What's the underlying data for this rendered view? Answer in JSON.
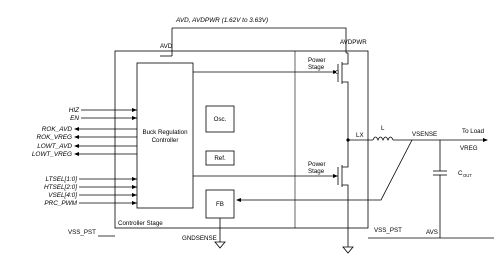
{
  "labels": {
    "supply": "AVD, AVDPWR (1.62V to 3.63V)",
    "avd": "AVD",
    "avdpwr": "AVDPWR",
    "power_stage_top": "Power Stage",
    "power_stage_bottom": "Power Stage",
    "controller_line1": "Buck Regulation",
    "controller_line2": "Controller",
    "osc": "Osc.",
    "ref": "Ref.",
    "fb": "FB",
    "controller_stage": "Controller Stage",
    "lx": "LX",
    "inductor": "L",
    "vsense": "VSENSE",
    "to_load": "To Load",
    "vreg": "VREG",
    "cout": "C",
    "cout_sub": "OUT",
    "vss_pst_left": "VSS_PST",
    "vss_pst_right": "VSS_PST",
    "avs": "AVS",
    "gndsense": "GNDSENSE"
  },
  "signals": [
    {
      "label": "HIZ",
      "direction": "in"
    },
    {
      "label": "EN",
      "direction": "in"
    },
    {
      "label": "ROK_AVD",
      "direction": "out"
    },
    {
      "label": "ROK_VREG",
      "direction": "out"
    },
    {
      "label": "LOWT_AVD",
      "direction": "out"
    },
    {
      "label": "LOWT_VREG",
      "direction": "out"
    },
    {
      "label": "LTSEL[1:0]",
      "direction": "in"
    },
    {
      "label": "HTSEL[2:0]",
      "direction": "in"
    },
    {
      "label": "VSEL[4:0]",
      "direction": "in"
    },
    {
      "label": "PRC_PWM",
      "direction": "in"
    }
  ]
}
